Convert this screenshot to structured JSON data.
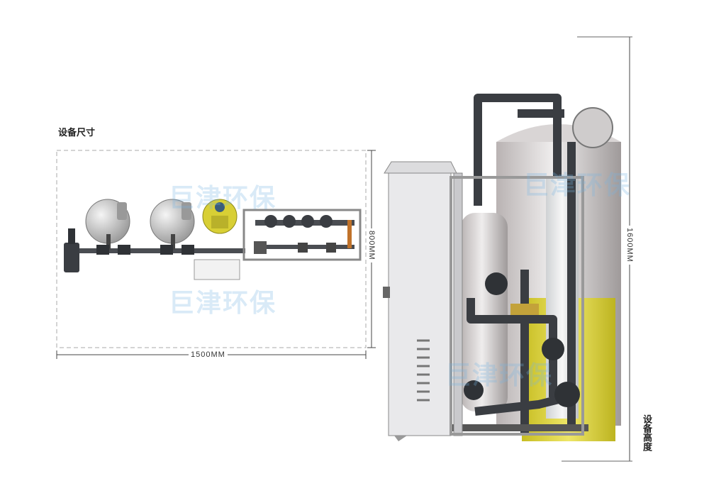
{
  "title_size": "设备尺寸",
  "title_height": "设备高度",
  "dim_width": "1500MM",
  "dim_depth": "800MM",
  "dim_height": "1600MM",
  "watermark": "巨津环保",
  "colors": {
    "pipe": "#3a3d42",
    "yellow": "#d8cf35",
    "cabinet": "#e8e8ea",
    "tank": "#d7d3d3",
    "dash": "#aaaaaa"
  }
}
